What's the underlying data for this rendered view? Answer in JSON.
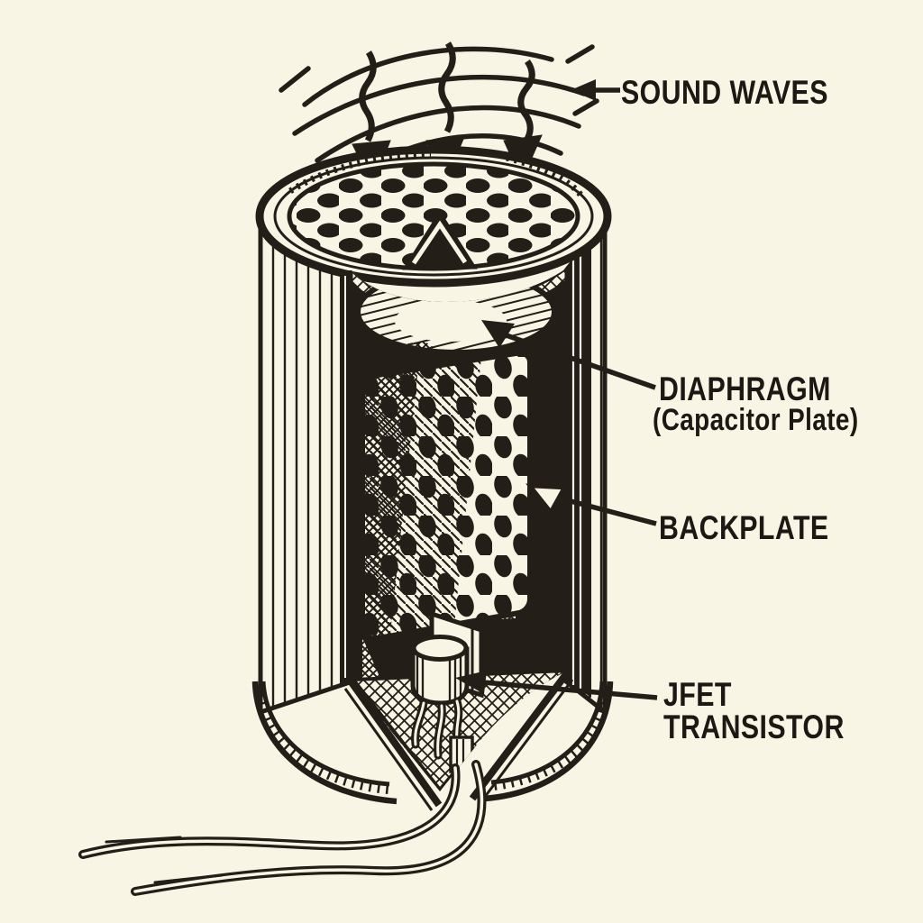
{
  "figure": {
    "subject": "condenser microphone capsule cutaway",
    "style": "vintage black-ink engraving on cream paper"
  },
  "colors": {
    "background": "#F9F5E4",
    "ink": "#231E18",
    "label_text": "#1C1813"
  },
  "labels": {
    "sound_waves": "SOUND WAVES",
    "diaphragm": "DIAPHRAGM",
    "diaphragm_sub": "(Capacitor Plate)",
    "backplate": "BACKPLATE",
    "jfet_line1": "JFET",
    "jfet_line2": "TRANSISTOR"
  }
}
